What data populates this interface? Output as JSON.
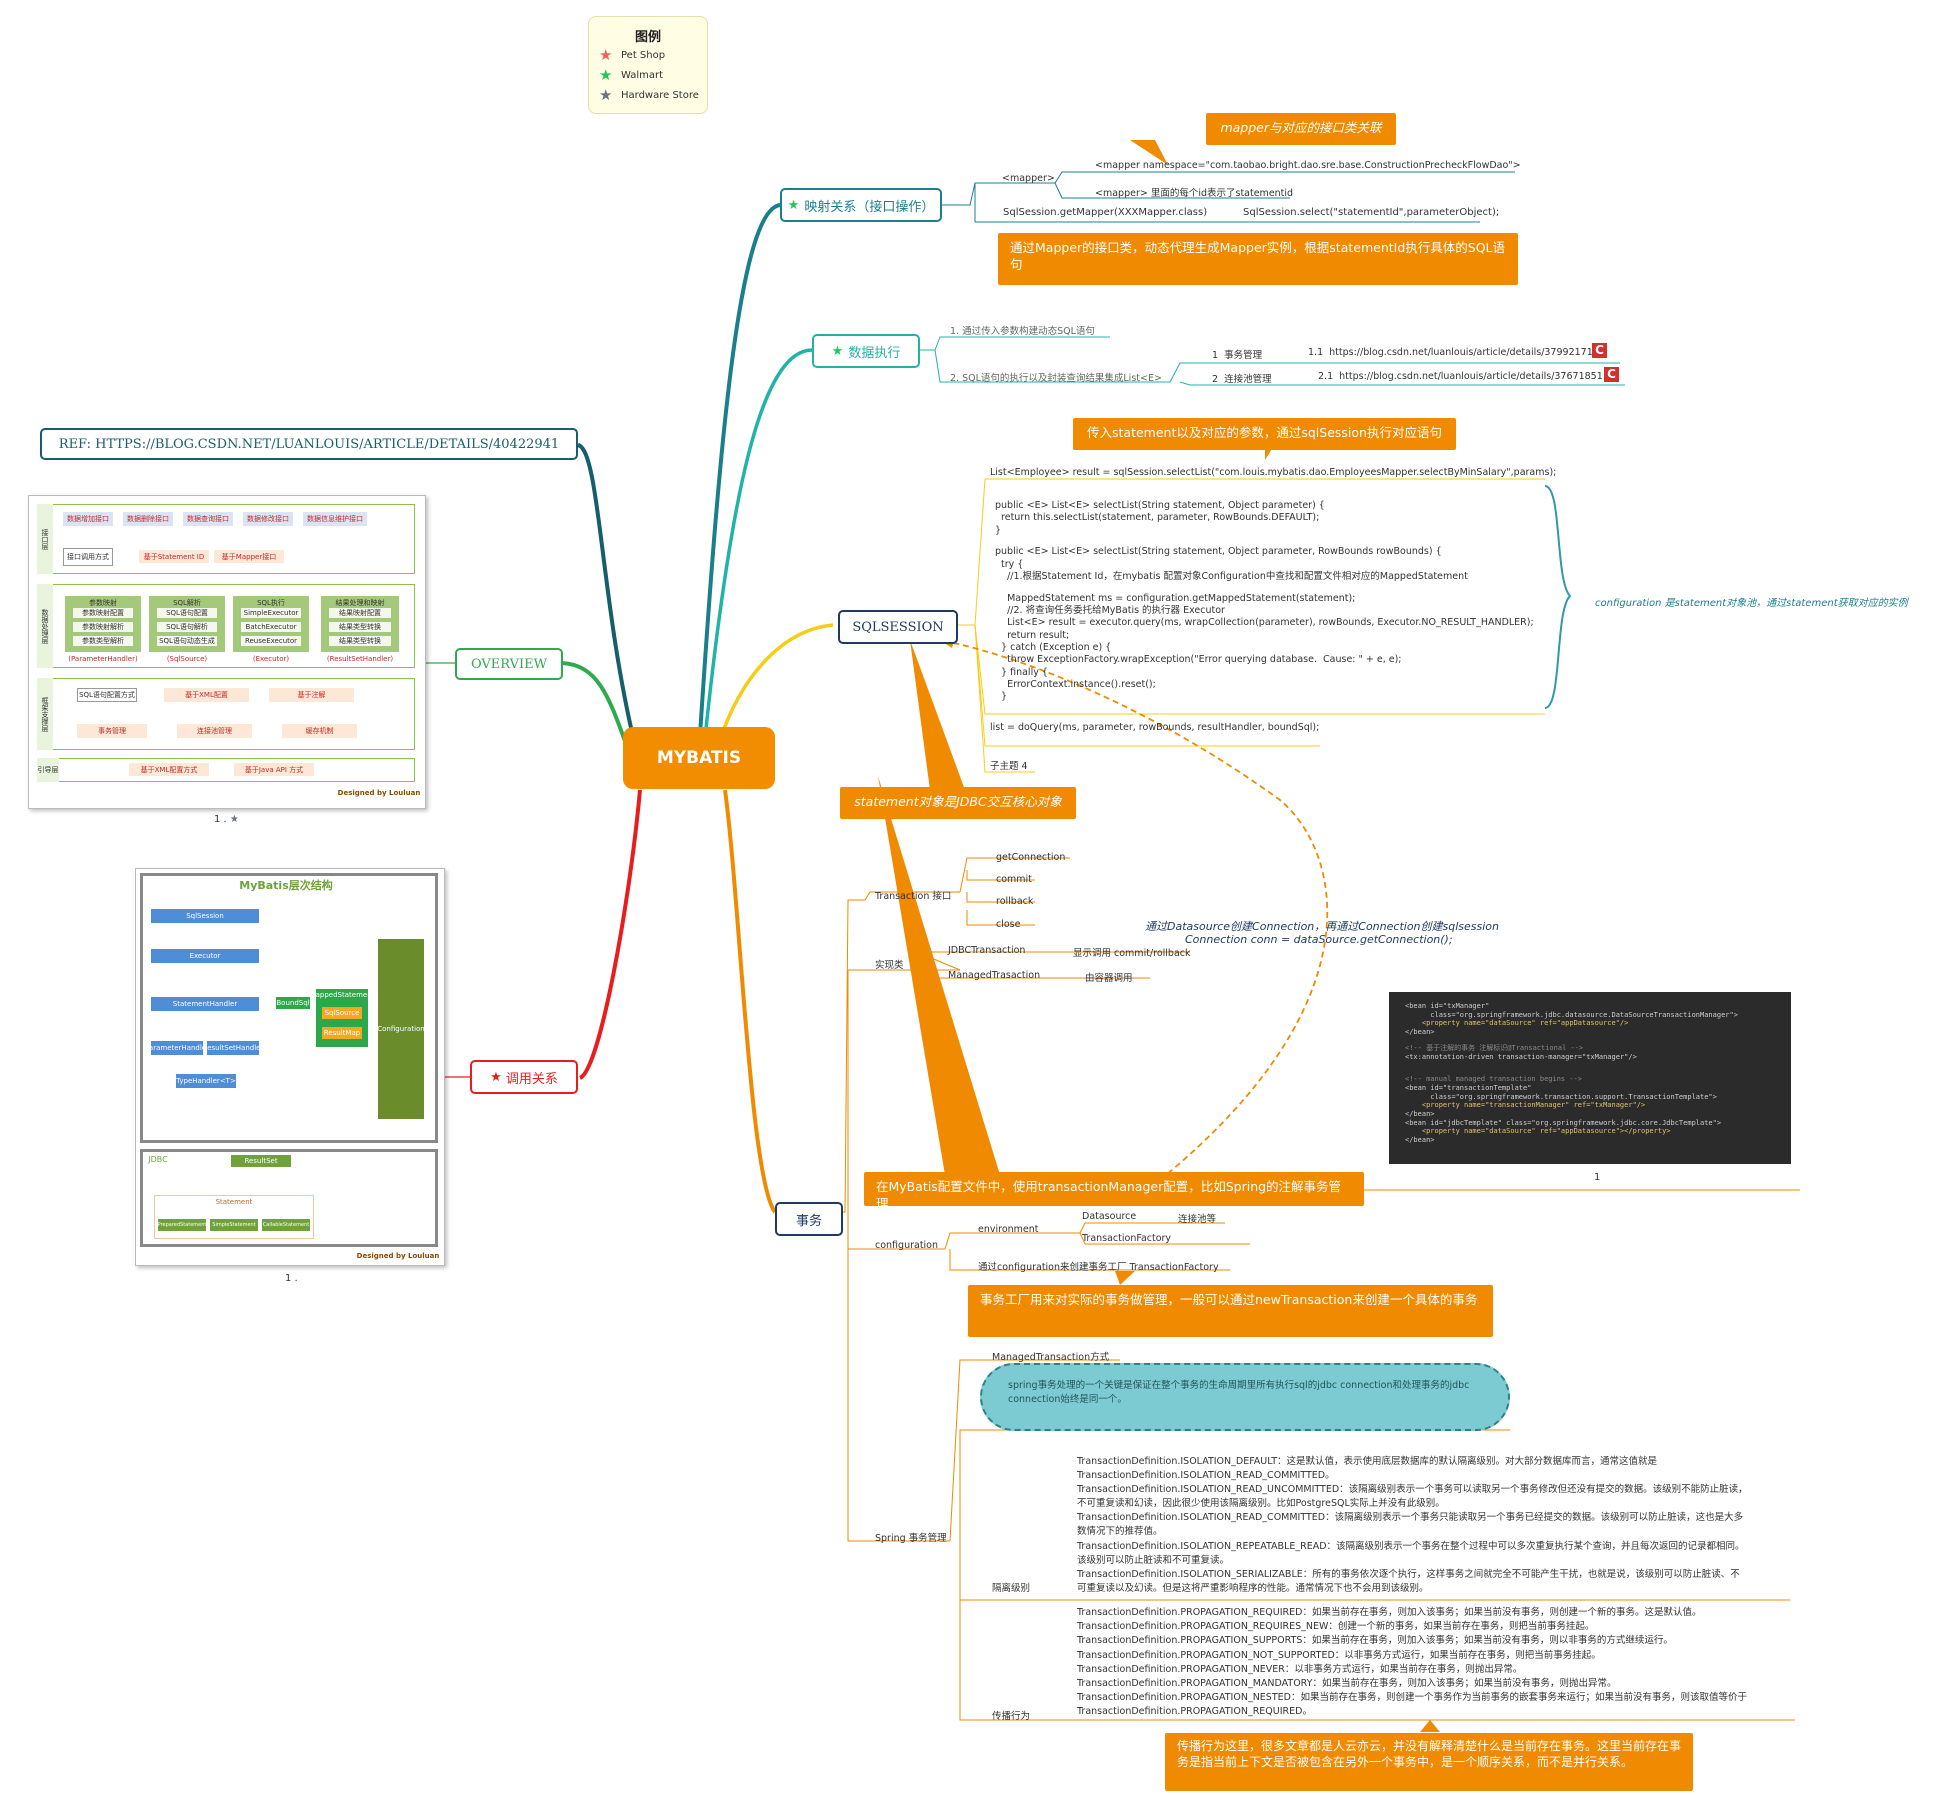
{
  "legend": {
    "title": "图例",
    "items": [
      {
        "label": "Pet Shop",
        "color": "#f25c5c",
        "icon": "star-icon"
      },
      {
        "label": "Walmart",
        "color": "#22c55e",
        "icon": "star-icon"
      },
      {
        "label": "Hardware Store",
        "color": "#6b7280",
        "icon": "star-icon"
      }
    ]
  },
  "center": {
    "label": "MYBATIS",
    "color": "#f28c00"
  },
  "left": {
    "ref": "REF:  HTTPS://BLOG.CSDN.NET/LUANLOUIS/ARTICLE/DETAILS/40422941",
    "overview": "OVERVIEW",
    "call_relation": "调用关系",
    "thumb1_caption": "1 .",
    "thumb2_caption": "1 .",
    "thumb1": {
      "interface_layer": "接口层",
      "interface_items": [
        "数据增加接口",
        "数据删除接口",
        "数据查询接口",
        "数据修改接口",
        "数据信息维护接口"
      ],
      "call_method": "接口调用方式",
      "call_items": [
        "基于Statement ID",
        "基于Mapper接口"
      ],
      "data_layer": "数据处理层",
      "stages": [
        {
          "title": "参数映射",
          "items": [
            "参数映射配置",
            "参数映射解析",
            "参数类型解析"
          ],
          "foot": "(ParameterHandler)"
        },
        {
          "title": "SQL解析",
          "items": [
            "SQL语句配置",
            "SQL语句解析",
            "SQL语句动态生成"
          ],
          "foot": "(SqlSource)"
        },
        {
          "title": "SQL执行",
          "items": [
            "SimpleExecutor",
            "BatchExecutor",
            "ReuseExecutor"
          ],
          "foot": "(Executor)"
        },
        {
          "title": "结果处理和映射",
          "items": [
            "结果映射配置",
            "结果类型转换",
            "结果类型转换"
          ],
          "foot": "(ResultSetHandler)"
        }
      ],
      "support_layer": "框架支撑层",
      "support_items": [
        "SQL语句配置方式",
        "基于XML配置",
        "基于注解",
        "事务管理",
        "连接池管理",
        "缓存机制"
      ],
      "boot_layer": "引导层",
      "boot_items": [
        "基于XML配置方式",
        "基于Java API 方式"
      ],
      "designed_by": "Designed by Louluan"
    },
    "thumb2": {
      "title": "MyBatis层次结构",
      "boxes": [
        "SqlSession",
        "Executor",
        "StatementHandler",
        "ParameterHandler",
        "ResultSetHandler",
        "TypeHandler<T>",
        "Configuration",
        "MappedStatement",
        "BoundSql",
        "SqlSource",
        "ResultMap"
      ],
      "jdbc_label": "JDBC",
      "resultset": "ResultSet",
      "statement": "Statement",
      "statement_items": [
        "PreparedStatement",
        "SimpleStatement",
        "CallableStatement"
      ],
      "designed_by": "Designed by Louluan"
    }
  },
  "mapping": {
    "label": "映射关系（接口操作）",
    "note_top": "mapper与对应的接口类关联",
    "mapper_tag": "<mapper>",
    "mapper_ns": "<mapper namespace=\"com.taobao.bright.dao.sre.base.ConstructionPrecheckFlowDao\">",
    "mapper_id": "<mapper> 里面的每个id表示了statementid",
    "get_mapper": "SqlSession.getMapper(XXXMapper.class)",
    "select": "SqlSession.select(\"statementId\",parameterObject);",
    "note_bottom": "通过Mapper的接口类，动态代理生成Mapper实例，根据statementId执行具体的SQL语句"
  },
  "exec": {
    "label": "数据执行",
    "item1": "1. 通过传入参数构建动态SQL语句",
    "item2": "2. SQL语句的执行以及封装查询结果集成List<E>",
    "sub1_num": "1",
    "sub1": "事务管理",
    "sub1_link_num": "1.1",
    "sub1_link": "https://blog.csdn.net/luanlouis/article/details/37992171",
    "sub2_num": "2",
    "sub2": "连接池管理",
    "sub2_link_num": "2.1",
    "sub2_link": "https://blog.csdn.net/luanlouis/article/details/37671851",
    "csdn_badge": "C"
  },
  "sqlsession": {
    "label": "SQLSESSION",
    "note_top": "传入statement以及对应的参数，通过sqlSession执行对应语句",
    "code_call": "List<Employee> result = sqlSession.selectList(\"com.louis.mybatis.dao.EmployeesMapper.selectByMinSalary\",params);",
    "code_lines": [
      "public <E> List<E> selectList(String statement, Object parameter) {",
      "  return this.selectList(statement, parameter, RowBounds.DEFAULT);",
      "}",
      "",
      "public <E> List<E> selectList(String statement, Object parameter, RowBounds rowBounds) {",
      "  try {",
      "    //1.根据Statement Id，在mybatis 配置对象Configuration中查找和配置文件相对应的MappedStatement",
      "",
      "    MappedStatement ms = configuration.getMappedStatement(statement);",
      "    //2. 将查询任务委托给MyBatis 的执行器 Executor",
      "    List<E> result = executor.query(ms, wrapCollection(parameter), rowBounds, Executor.NO_RESULT_HANDLER);",
      "    return result;",
      "  } catch (Exception e) {",
      "    throw ExceptionFactory.wrapException(\"Error querying database.  Cause: \" + e, e);",
      "  } finally {",
      "    ErrorContext.instance().reset();",
      "  }"
    ],
    "do_query": "list = doQuery(ms, parameter, rowBounds, resultHandler, boundSql);",
    "subtopic": "子主题 4",
    "config_note": "configuration 是statement对象池，通过statement获取对应的实例",
    "note_bottom": "statement对象是JDBC交互核心对象"
  },
  "transaction": {
    "label": "事务",
    "iface": "Transaction 接口",
    "methods": [
      "getConnection",
      "commit",
      "rollback",
      "close"
    ],
    "impl": "实现类",
    "jdbc_tx": "JDBCTransaction",
    "jdbc_tx_desc": "显示调用 commit/rollback",
    "managed_tx": "ManagedTrasaction",
    "managed_tx_desc": "由容器调用",
    "datasource_note_1": "通过Datasource创建Connection，再通过Connection创建sqlsession",
    "datasource_note_2": "Connection conn = dataSource.getConnection();",
    "code_caption": "1",
    "note_spring": "在MyBatis配置文件中，使用transactionManager配置，比如Spring的注解事务管理",
    "configuration": "configuration",
    "environment": "environment",
    "datasource": "Datasource",
    "pool": "连接池等",
    "tx_factory": "TransactionFactory",
    "factory_create": "通过configuration来创建事务工厂  TransactionFactory",
    "note_factory": "事务工厂用来对实际的事务做管理，一般可以通过newTransaction来创建一个具体的事务",
    "spring_tm": "Spring 事务管理",
    "managed_way": "ManagedTransaction方式",
    "cloud_text": "spring事务处理的一个关键是保证在整个事务的生命周期里所有执行sql的jdbc connection和处理事务的jdbc connection始终是同一个。",
    "isolation_label": "隔离级别",
    "isolation_lines": [
      "TransactionDefinition.ISOLATION_DEFAULT：这是默认值，表示使用底层数据库的默认隔离级别。对大部分数据库而言，通常这值就是",
      "TransactionDefinition.ISOLATION_READ_COMMITTED。",
      "TransactionDefinition.ISOLATION_READ_UNCOMMITTED：该隔离级别表示一个事务可以读取另一个事务修改但还没有提交的数据。该级别不能防止脏读，",
      "不可重复读和幻读，因此很少使用该隔离级别。比如PostgreSQL实际上并没有此级别。",
      "TransactionDefinition.ISOLATION_READ_COMMITTED：该隔离级别表示一个事务只能读取另一个事务已经提交的数据。该级别可以防止脏读，这也是大多",
      "数情况下的推荐值。",
      "TransactionDefinition.ISOLATION_REPEATABLE_READ：该隔离级别表示一个事务在整个过程中可以多次重复执行某个查询，并且每次返回的记录都相同。",
      "该级别可以防止脏读和不可重复读。",
      "TransactionDefinition.ISOLATION_SERIALIZABLE：所有的事务依次逐个执行，这样事务之间就完全不可能产生干扰，也就是说，该级别可以防止脏读、不",
      "可重复读以及幻读。但是这将严重影响程序的性能。通常情况下也不会用到该级别。"
    ],
    "propagation_label": "传播行为",
    "propagation_lines": [
      "TransactionDefinition.PROPAGATION_REQUIRED：如果当前存在事务，则加入该事务；如果当前没有事务，则创建一个新的事务。这是默认值。",
      "TransactionDefinition.PROPAGATION_REQUIRES_NEW：创建一个新的事务，如果当前存在事务，则把当前事务挂起。",
      "TransactionDefinition.PROPAGATION_SUPPORTS：如果当前存在事务，则加入该事务；如果当前没有事务，则以非事务的方式继续运行。",
      "TransactionDefinition.PROPAGATION_NOT_SUPPORTED：以非事务方式运行，如果当前存在事务，则把当前事务挂起。",
      "TransactionDefinition.PROPAGATION_NEVER：以非事务方式运行，如果当前存在事务，则抛出异常。",
      "TransactionDefinition.PROPAGATION_MANDATORY：如果当前存在事务，则加入该事务；如果当前没有事务，则抛出异常。",
      "TransactionDefinition.PROPAGATION_NESTED：如果当前存在事务，则创建一个事务作为当前事务的嵌套事务来运行；如果当前没有事务，则该取值等价于",
      "TransactionDefinition.PROPAGATION_REQUIRED。"
    ],
    "note_propagation": "传播行为这里，很多文章都是人云亦云，并没有解释清楚什么是当前存在事务。这里当前存在事务是指当前上下文是否被包含在另外一个事务中，是一个顺序关系，而不是并行关系。"
  },
  "spring_xml": [
    "<bean id=\"txManager\"",
    "      class=\"org.springframework.jdbc.datasource.DataSourceTransactionManager\">",
    "    <property name=\"dataSource\" ref=\"appDatasource\"/>",
    "</bean>",
    "",
    "<!-- 基于注解的事务 注解标识@Transactional -->",
    "<tx:annotation-driven transaction-manager=\"txManager\"/>",
    "",
    "",
    "<!-- manual managed transaction begins -->",
    "<bean id=\"transactionTemplate\"",
    "      class=\"org.springframework.transaction.support.TransactionTemplate\">",
    "    <property name=\"transactionManager\" ref=\"txManager\"/>",
    "</bean>",
    "<bean id=\"jdbcTemplate\" class=\"org.springframework.jdbc.core.JdbcTemplate\">",
    "    <property name=\"dataSource\" ref=\"appDatasource\"></property>",
    "</bean>"
  ]
}
